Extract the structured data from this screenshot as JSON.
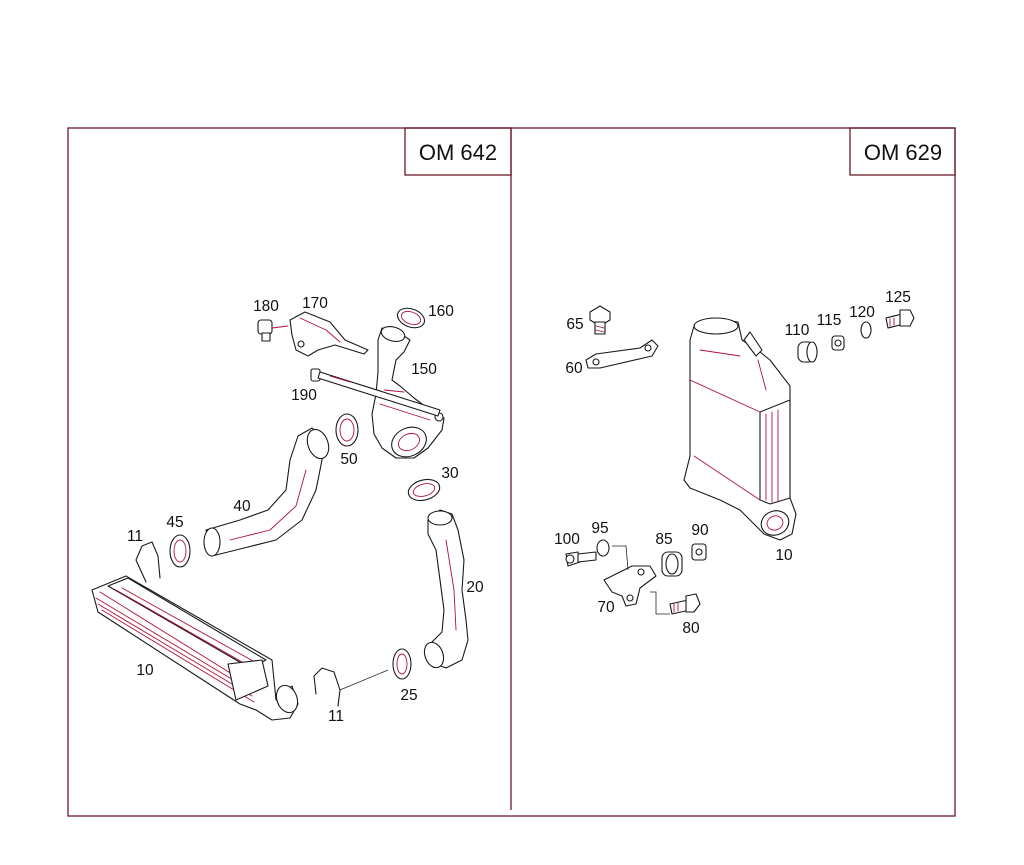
{
  "panels": [
    {
      "engine": "OM 642",
      "labels": [
        "180",
        "170",
        "160",
        "150",
        "190",
        "50",
        "30",
        "40",
        "45",
        "11",
        "20",
        "10",
        "25",
        "11"
      ]
    },
    {
      "engine": "OM 629",
      "labels": [
        "65",
        "60",
        "110",
        "115",
        "120",
        "125",
        "100",
        "95",
        "85",
        "90",
        "10",
        "70",
        "80"
      ]
    }
  ],
  "colors": {
    "frame": "#6b1a2a",
    "accent": "#b0103a"
  }
}
